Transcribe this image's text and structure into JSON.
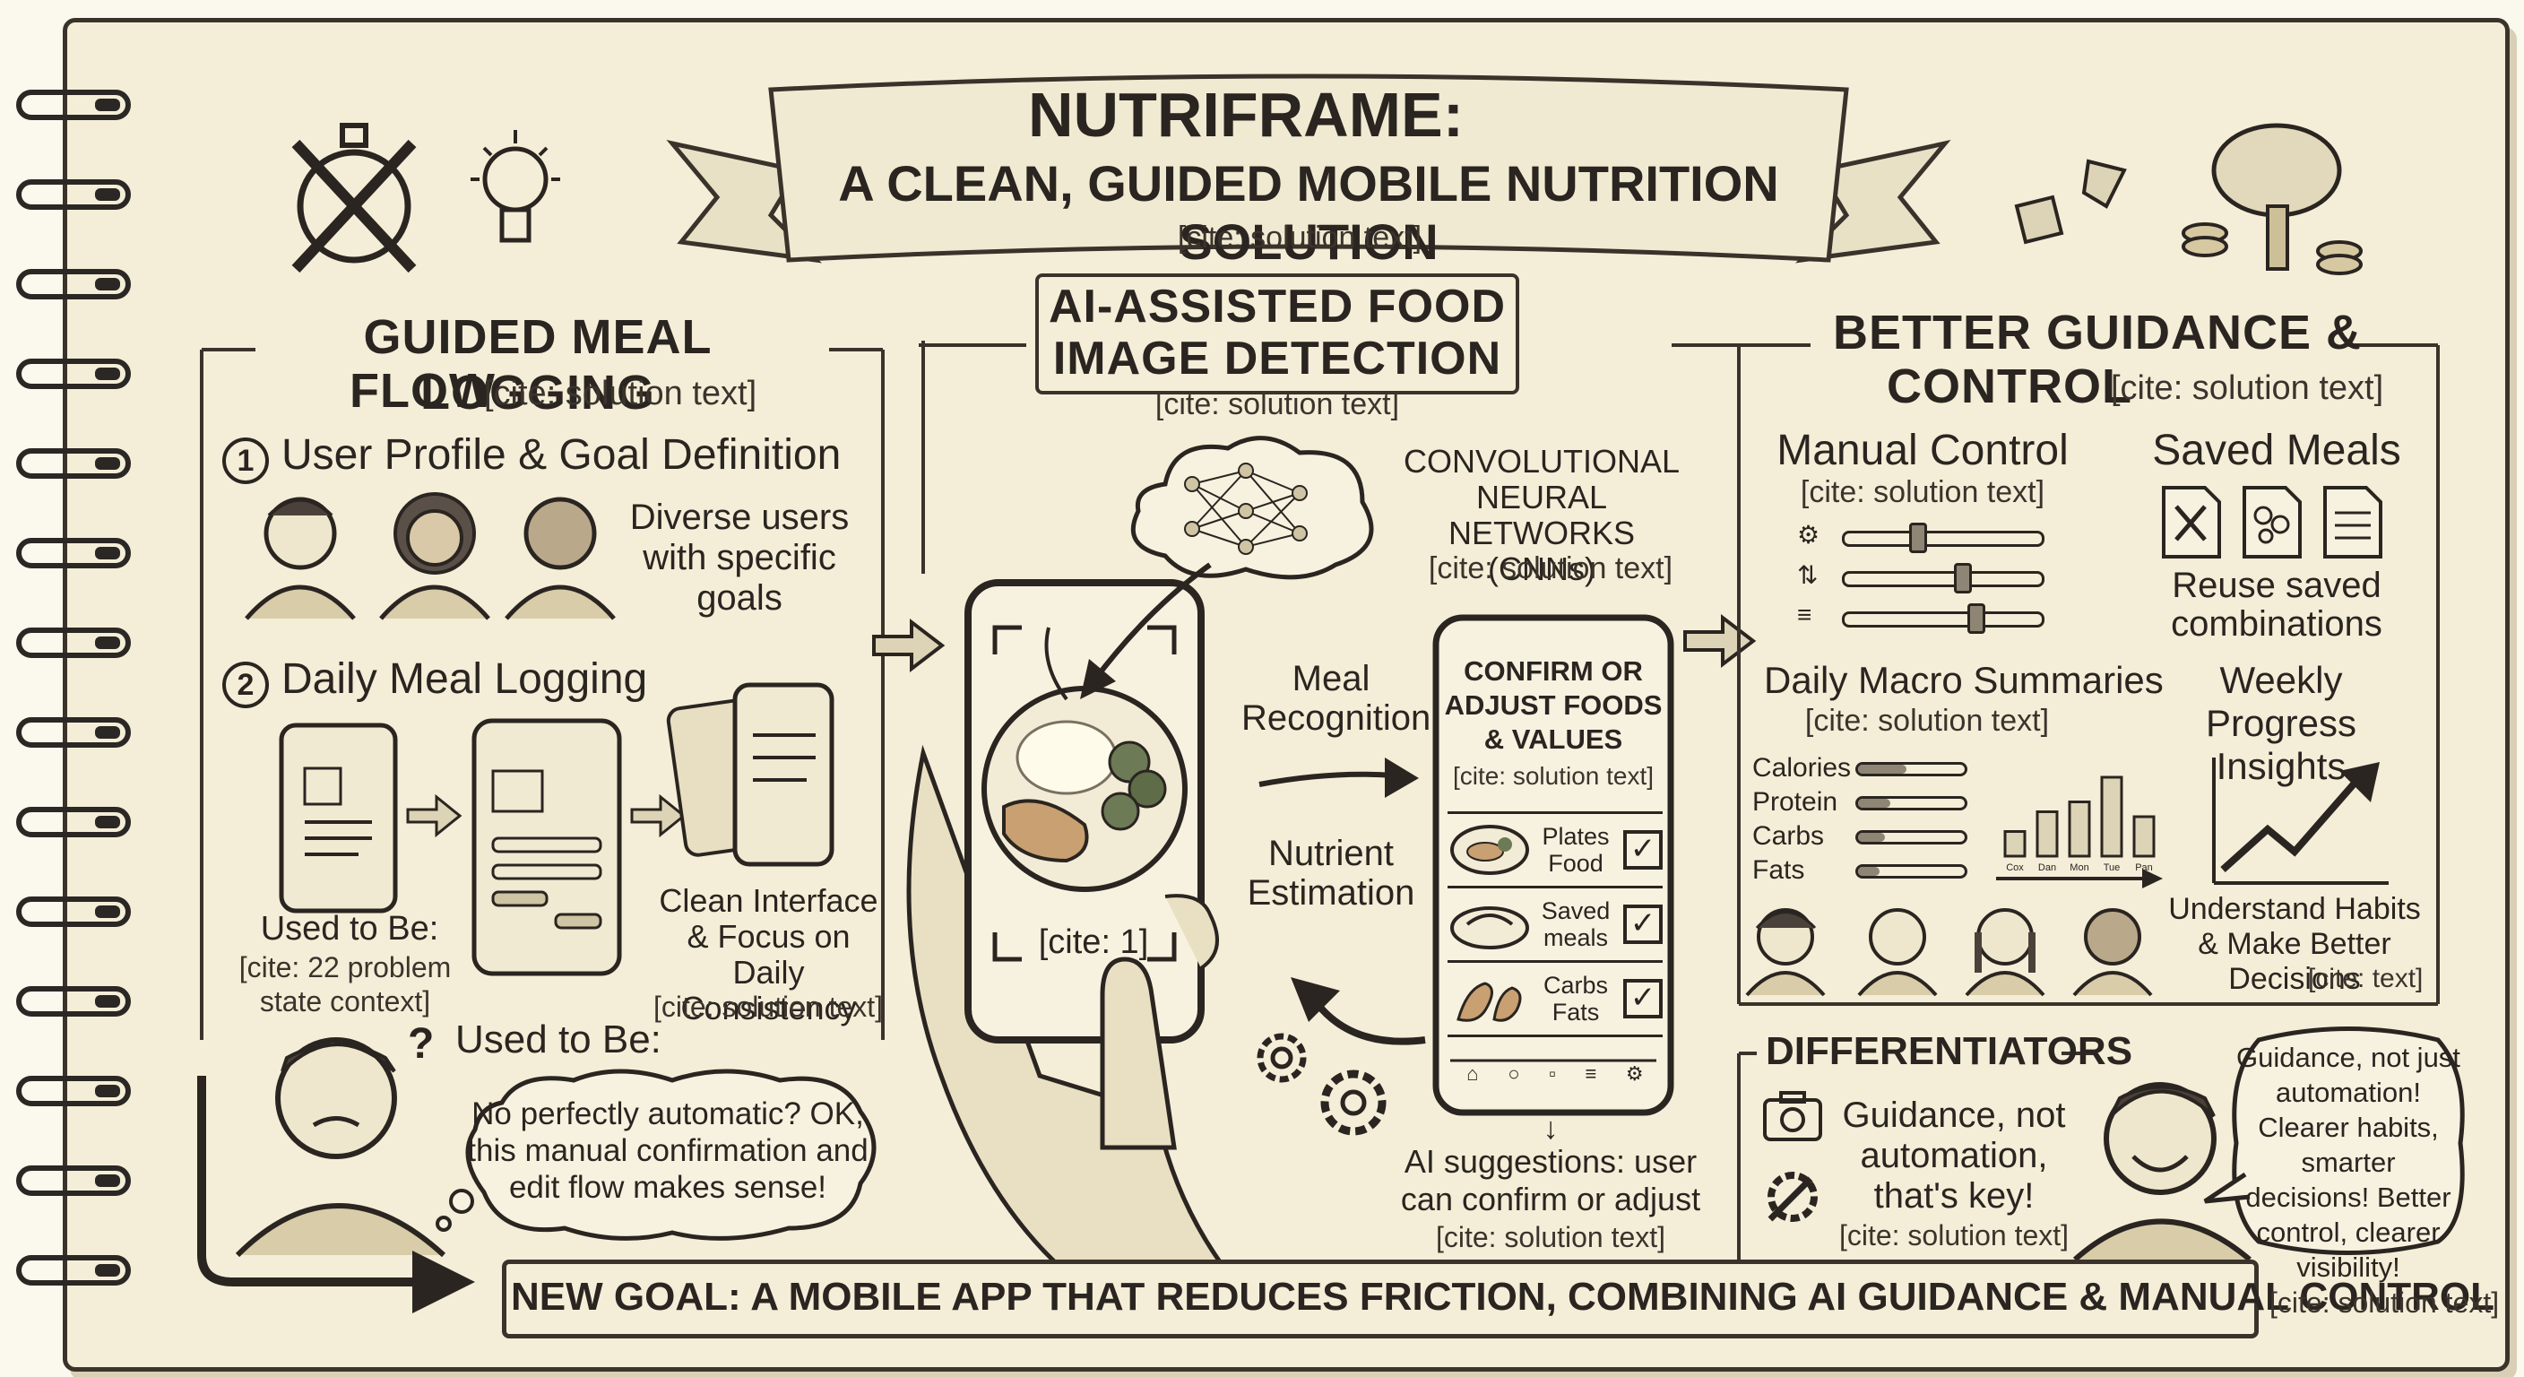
{
  "banner": {
    "title": "NUTRIFRAME:",
    "subtitle": "A CLEAN, GUIDED MOBILE NUTRITION SOLUTION",
    "cite": "[cite: solution text]"
  },
  "left": {
    "heading_line1": "GUIDED MEAL LOGGING",
    "heading_line2": "FLOW",
    "heading_cite": "[cite: solution text]",
    "step1_num": "1",
    "step1_label": "User Profile & Goal Definition",
    "users_caption": "Diverse users with specific goals",
    "step2_num": "2",
    "step2_label": "Daily Meal Logging",
    "used_to_be_1": "Used to Be:",
    "used_to_be_1_cite": "[cite: 22 problem state context]",
    "clean_interface": "Clean Interface & Focus on Daily Consistency",
    "clean_interface_cite": "[cite: solution text]",
    "used_to_be_2": "Used to Be:",
    "bubble_text": "No perfectly automatic? OK, this manual confirmation and edit flow makes sense!"
  },
  "center": {
    "heading_line1": "AI-ASSISTED FOOD",
    "heading_line2": "IMAGE DETECTION",
    "heading_cite": "[cite: solution text]",
    "cnn_label": "CONVOLUTIONAL NEURAL NETWORKS (CNNs)",
    "cnn_cite": "[cite: solution text]",
    "phone_cite": "[cite: 1]",
    "meal_recognition": "Meal Recognition",
    "nutrient_estimation": "Nutrient Estimation",
    "confirm_title": "CONFIRM OR ADJUST FOODS & VALUES",
    "confirm_cite": "[cite: solution text]",
    "items": [
      {
        "label": "Plates Food"
      },
      {
        "label": "Saved meals"
      },
      {
        "label": "Carbs Fats"
      }
    ],
    "ai_suggestions": "AI suggestions: user can confirm or adjust",
    "ai_suggestions_cite": "[cite: solution text]"
  },
  "right": {
    "heading_line1": "BETTER GUIDANCE &",
    "heading_line2": "CONTROL",
    "heading_cite": "[cite: solution text]",
    "manual_control": "Manual Control",
    "manual_control_cite": "[cite: solution text]",
    "saved_meals": "Saved Meals",
    "saved_meals_caption": "Reuse saved combinations",
    "daily_macro": "Daily Macro Summaries",
    "daily_macro_cite": "[cite: solution text]",
    "macros": [
      {
        "label": "Calories",
        "level": 0.45
      },
      {
        "label": "Protein",
        "level": 0.3
      },
      {
        "label": "Carbs",
        "level": 0.25
      },
      {
        "label": "Fats",
        "level": 0.2
      }
    ],
    "days": [
      "Cox",
      "Dan",
      "Mon",
      "Tue",
      "Pan"
    ],
    "day_values": [
      0.25,
      0.45,
      0.55,
      0.8,
      0.4
    ],
    "weekly_progress": "Weekly Progress Insights",
    "understand_habits": "Understand Habits & Make Better Decisions",
    "understand_habits_cite": "[cite: text]",
    "differentiators": "DIFFERENTIATORS",
    "guidance_text": "Guidance, not automation, that's key!",
    "guidance_cite": "[cite: solution text]",
    "bubble_text": "Guidance, not just automation! Clearer habits, smarter decisions! Better control, clearer visibility!"
  },
  "footer": {
    "goal": "NEW GOAL: A MOBILE APP THAT REDUCES FRICTION, COMBINING AI GUIDANCE & MANUAL CONTROL",
    "cite": "[cite: solution text]"
  }
}
